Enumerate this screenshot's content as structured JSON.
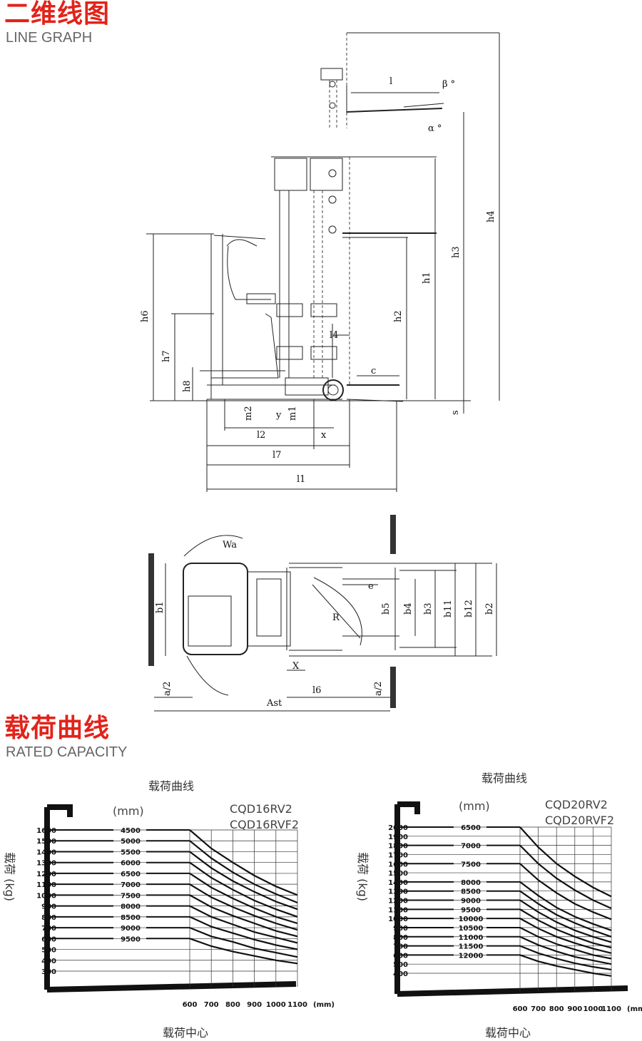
{
  "header": {
    "line_graph_cn": "二维线图",
    "line_graph_en": "LINE GRAPH",
    "capacity_cn": "载荷曲线",
    "capacity_en": "RATED CAPACITY"
  },
  "side_view_labels": {
    "l": "l",
    "beta": "β °",
    "alpha": "α °",
    "h4": "h4",
    "h3": "h3",
    "h1": "h1",
    "h2": "h2",
    "h6": "h6",
    "h7": "h7",
    "h8": "h8",
    "l4": "l4",
    "c": "c",
    "s": "s",
    "m2": "m2",
    "y": "y",
    "m1": "m1",
    "l2": "l2",
    "x": "x",
    "l7": "l7",
    "l1": "l1"
  },
  "top_view_labels": {
    "wa": "Wa",
    "e": "e",
    "b1": "b1",
    "b5": "b5",
    "b4": "b4",
    "b3": "b3",
    "b11": "b11",
    "b12": "b12",
    "b2": "b2",
    "R": "R",
    "X": "X",
    "a2_left": "a/2",
    "l6": "l6",
    "a2_right": "a/2",
    "ast": "Ast"
  },
  "chart_data": [
    {
      "type": "line",
      "title": "载荷曲线",
      "model": [
        "CQD16RV2",
        "CQD16RVF2"
      ],
      "ylabel": "载荷 (kg)",
      "xlabel": "载荷中心",
      "x_unit": "(mm)",
      "height_unit": "(mm)",
      "x": [
        600,
        700,
        800,
        900,
        1000,
        1100
      ],
      "y_ticks": [
        1600,
        1500,
        1400,
        1300,
        1200,
        1100,
        1000,
        900,
        800,
        700,
        600,
        500,
        400,
        300
      ],
      "series": [
        {
          "name": "4500",
          "values": [
            1600,
            1430,
            1300,
            1180,
            1080,
            1000
          ]
        },
        {
          "name": "5000",
          "values": [
            1500,
            1340,
            1210,
            1100,
            1010,
            930
          ]
        },
        {
          "name": "5500",
          "values": [
            1400,
            1250,
            1130,
            1030,
            940,
            870
          ]
        },
        {
          "name": "6000",
          "values": [
            1300,
            1160,
            1050,
            950,
            870,
            800
          ]
        },
        {
          "name": "6500",
          "values": [
            1200,
            1070,
            970,
            880,
            800,
            740
          ]
        },
        {
          "name": "7000",
          "values": [
            1100,
            980,
            890,
            810,
            740,
            680
          ]
        },
        {
          "name": "7500",
          "values": [
            1000,
            890,
            810,
            740,
            670,
            620
          ]
        },
        {
          "name": "8000",
          "values": [
            900,
            800,
            730,
            660,
            610,
            560
          ]
        },
        {
          "name": "8500",
          "values": [
            800,
            710,
            650,
            590,
            540,
            500
          ]
        },
        {
          "name": "9000",
          "values": [
            700,
            620,
            570,
            510,
            470,
            430
          ]
        },
        {
          "name": "9500",
          "values": [
            600,
            530,
            480,
            440,
            400,
            370
          ]
        }
      ]
    },
    {
      "type": "line",
      "title": "载荷曲线",
      "model": [
        "CQD20RV2",
        "CQD20RVF2"
      ],
      "ylabel": "载荷 (kg)",
      "xlabel": "载荷中心",
      "x_unit": "(mm)",
      "height_unit": "(mm)",
      "x": [
        600,
        700,
        800,
        900,
        1000,
        1100
      ],
      "y_ticks": [
        2000,
        1900,
        1800,
        1700,
        1600,
        1500,
        1400,
        1300,
        1200,
        1100,
        1000,
        900,
        800,
        700,
        600,
        500,
        400
      ],
      "series": [
        {
          "name": "6500",
          "values": [
            2000,
            1780,
            1600,
            1460,
            1340,
            1240
          ]
        },
        {
          "name": "7000",
          "values": [
            1800,
            1600,
            1440,
            1310,
            1200,
            1110
          ]
        },
        {
          "name": "7500",
          "values": [
            1600,
            1420,
            1280,
            1160,
            1070,
            990
          ]
        },
        {
          "name": "8000",
          "values": [
            1400,
            1250,
            1120,
            1020,
            940,
            870
          ]
        },
        {
          "name": "8500",
          "values": [
            1300,
            1160,
            1040,
            950,
            870,
            800
          ]
        },
        {
          "name": "9000",
          "values": [
            1200,
            1070,
            960,
            870,
            800,
            740
          ]
        },
        {
          "name": "9500",
          "values": [
            1100,
            980,
            880,
            800,
            730,
            680
          ]
        },
        {
          "name": "10000",
          "values": [
            1000,
            890,
            800,
            730,
            670,
            620
          ]
        },
        {
          "name": "10500",
          "values": [
            900,
            800,
            720,
            660,
            600,
            560
          ]
        },
        {
          "name": "11000",
          "values": [
            800,
            710,
            640,
            580,
            540,
            500
          ]
        },
        {
          "name": "11500",
          "values": [
            700,
            620,
            560,
            510,
            470,
            440
          ]
        },
        {
          "name": "12000",
          "values": [
            600,
            530,
            480,
            440,
            400,
            370
          ]
        }
      ]
    }
  ]
}
